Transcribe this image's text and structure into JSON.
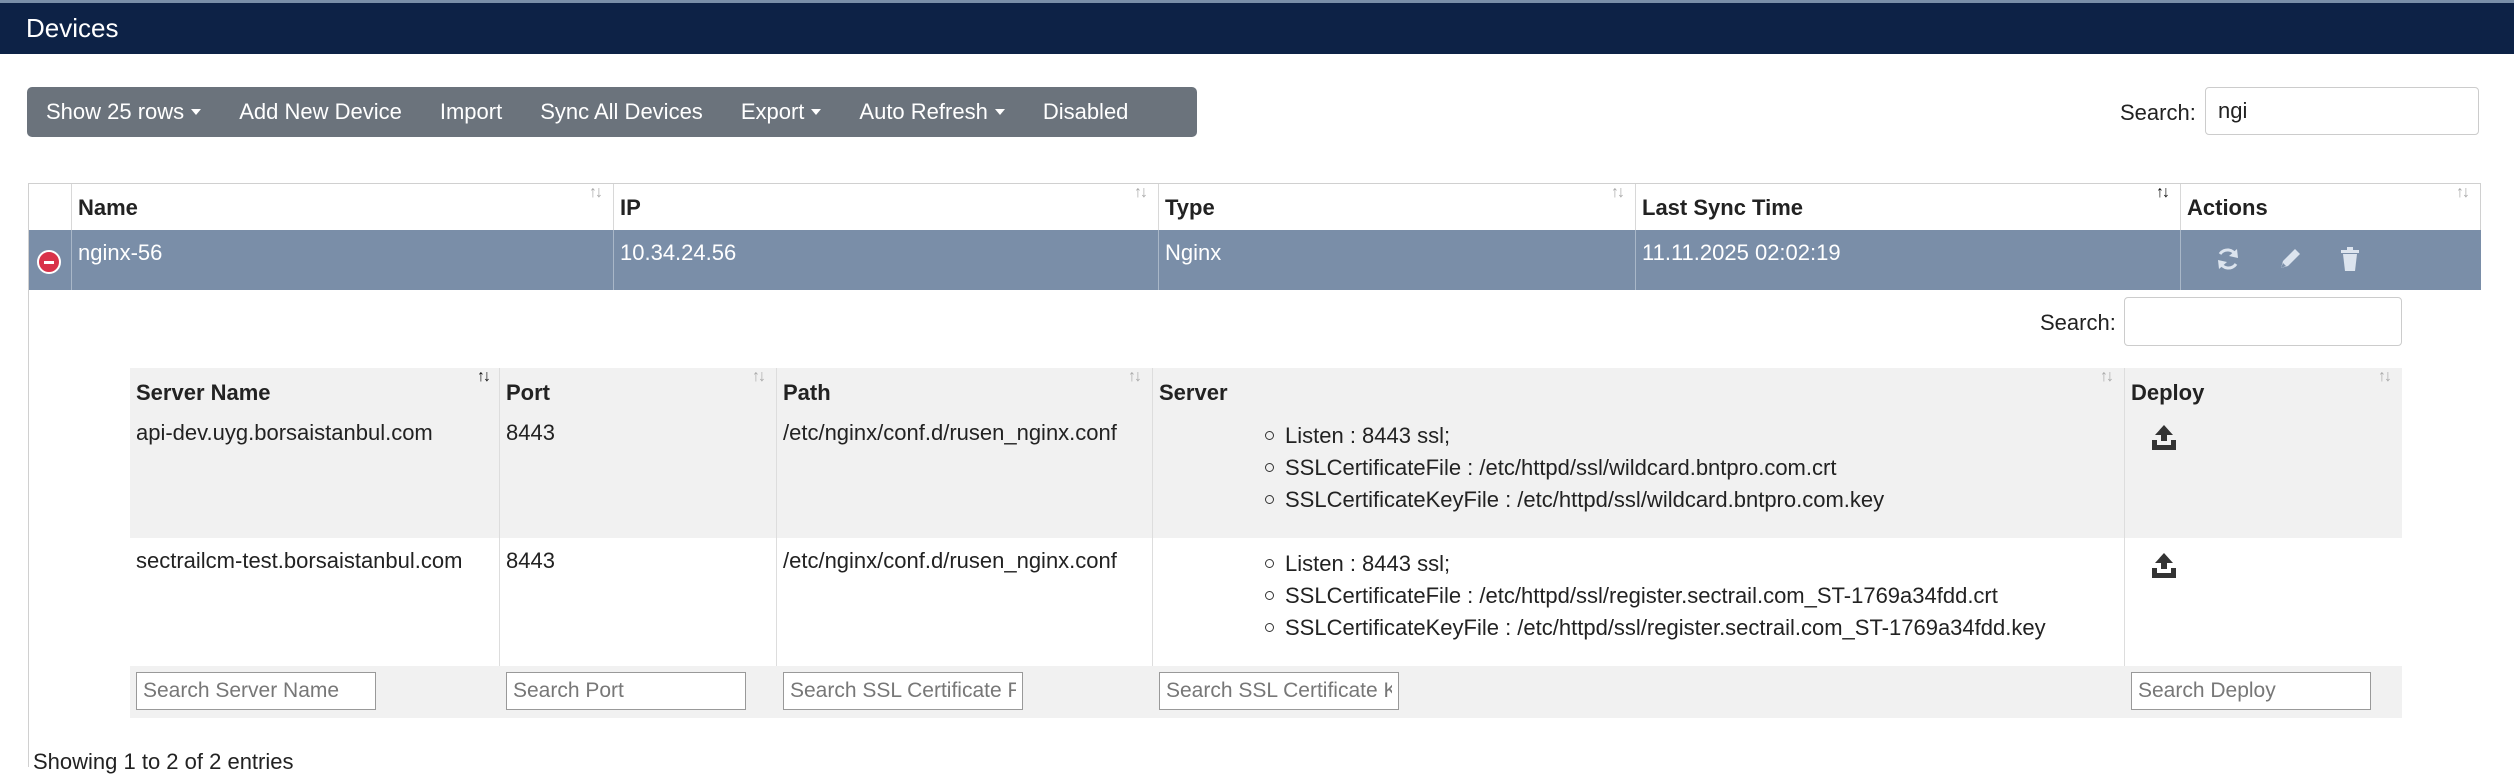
{
  "header": {
    "title": "Devices"
  },
  "toolbar": {
    "show_rows": "Show 25 rows",
    "add_new": "Add New Device",
    "import": "Import",
    "sync_all": "Sync All Devices",
    "export": "Export",
    "auto_refresh": "Auto Refresh",
    "disabled": "Disabled"
  },
  "search": {
    "label": "Search:",
    "value": "ngi"
  },
  "table": {
    "columns": [
      "Name",
      "IP",
      "Type",
      "Last Sync Time",
      "Actions"
    ],
    "row": {
      "name": "nginx-56",
      "ip": "10.34.24.56",
      "type": "Nginx",
      "last_sync": "11.11.2025 02:02:19"
    }
  },
  "inner": {
    "search_label": "Search:",
    "columns": [
      "Server Name",
      "Port",
      "Path",
      "Server",
      "Deploy"
    ],
    "rows": [
      {
        "server_name": "api-dev.uyg.borsaistanbul.com",
        "port": "8443",
        "path": "/etc/nginx/conf.d/rusen_nginx.conf",
        "server": [
          "Listen : 8443 ssl;",
          "SSLCertificateFile : /etc/httpd/ssl/wildcard.bntpro.com.crt",
          "SSLCertificateKeyFile : /etc/httpd/ssl/wildcard.bntpro.com.key"
        ]
      },
      {
        "server_name": "sectrailcm-test.borsaistanbul.com",
        "port": "8443",
        "path": "/etc/nginx/conf.d/rusen_nginx.conf",
        "server": [
          "Listen : 8443 ssl;",
          "SSLCertificateFile : /etc/httpd/ssl/register.sectrail.com_ST-1769a34fdd.crt",
          "SSLCertificateKeyFile : /etc/httpd/ssl/register.sectrail.com_ST-1769a34fdd.key"
        ]
      }
    ],
    "filters": {
      "server_name": "Search Server Name",
      "port": "Search Port",
      "path": "Search SSL Certificate F",
      "server": "Search SSL Certificate K",
      "deploy": "Search Deploy"
    }
  },
  "footer": {
    "showing": "Showing 1 to 2 of 2 entries"
  },
  "colors": {
    "topbar": "#0d2246",
    "toolbar": "#6b737c",
    "selected_row": "#7a8ea8",
    "remove": "#d9334a"
  },
  "icons": [
    "sort-icon",
    "remove-row-icon",
    "refresh-icon",
    "edit-icon",
    "delete-icon",
    "deploy-upload-icon",
    "caret-down-icon"
  ]
}
